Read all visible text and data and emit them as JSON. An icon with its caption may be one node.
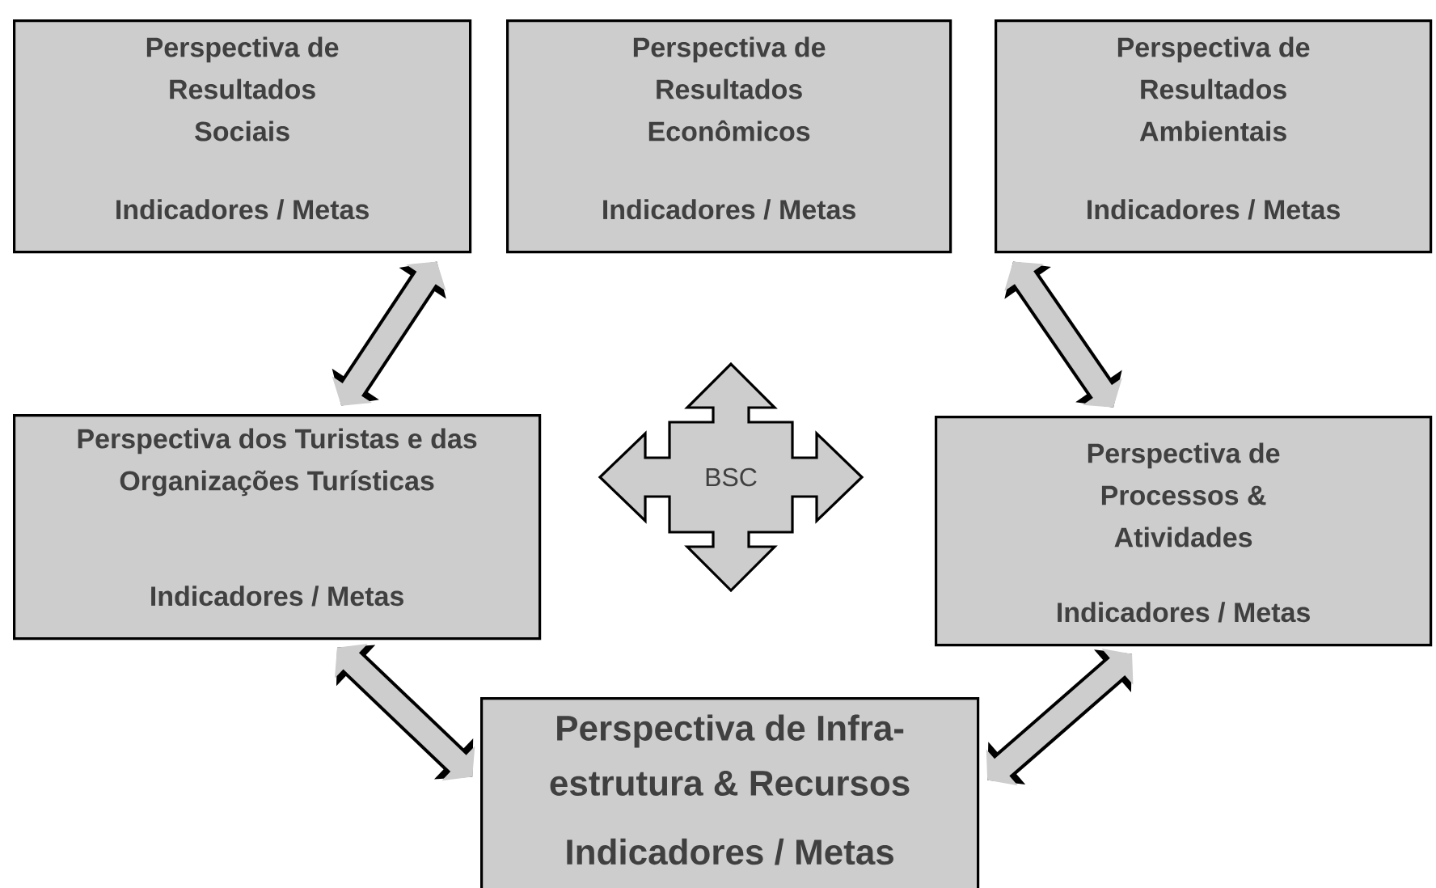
{
  "diagram": {
    "nodes": [
      {
        "text": [
          "Perspectiva de Resultados Sociais",
          "Indicadores / Metas"
        ]
      },
      {
        "text": [
          "Perspectiva de Resultados Econômicos",
          "Indicadores / Metas"
        ]
      },
      {
        "text": [
          "Perspectiva de Resultados Ambientais",
          "Indicadores / Metas"
        ]
      },
      {
        "text": [
          "Perspectiva dos Turistas e das Organizações Turísticas",
          "Indicadores / Metas"
        ]
      },
      {
        "text": [
          "BSC"
        ]
      },
      {
        "text": [
          "Perspectiva de Processos & Atividades",
          "Indicadores / Metas"
        ]
      },
      {
        "text": [
          "Perspectiva de Infra-estrutura & Recursos",
          "Indicadores / Metas"
        ]
      }
    ],
    "edges": [
      {
        "from": 0,
        "to": 3,
        "arrow": "both"
      },
      {
        "from": 2,
        "to": 5,
        "arrow": "both"
      },
      {
        "from": 3,
        "to": 6,
        "arrow": "both"
      },
      {
        "from": 5,
        "to": 6,
        "arrow": "both"
      }
    ]
  }
}
